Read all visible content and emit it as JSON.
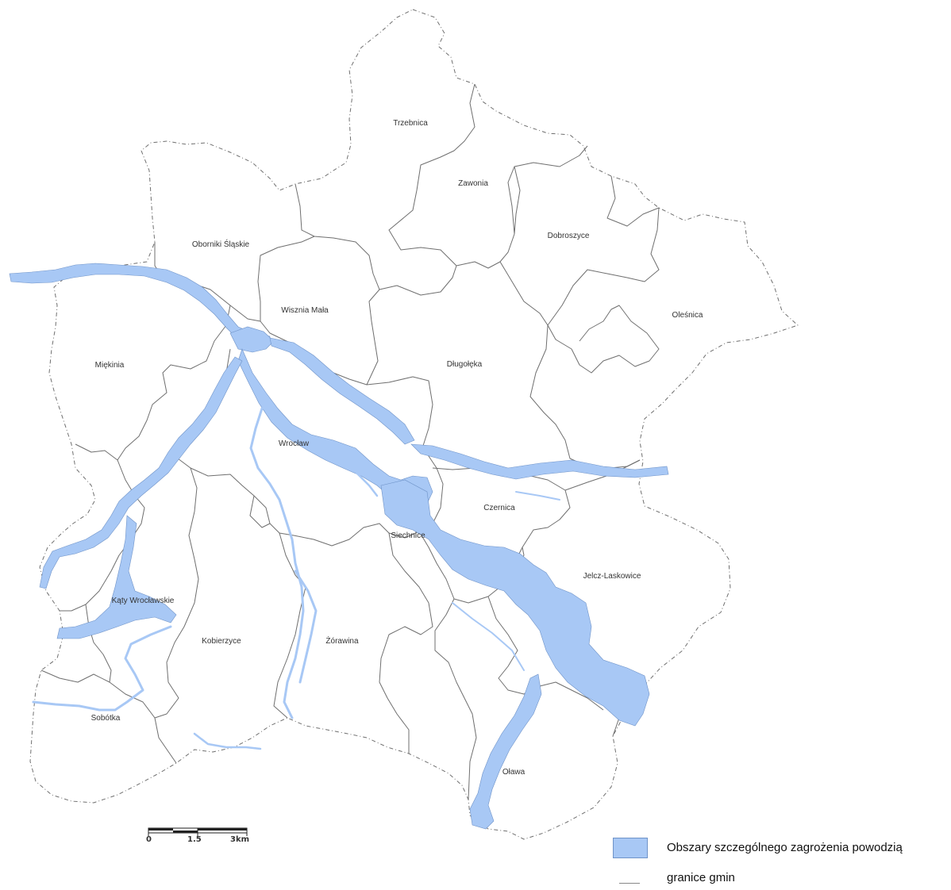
{
  "map": {
    "gminy": [
      "Trzebnica",
      "Zawonia",
      "Dobroszyce",
      "Oborniki Śląskie",
      "Wisznia Mała",
      "Oleśnica",
      "Miękinia",
      "Długołęka",
      "Wrocław",
      "Czernica",
      "Siechnice",
      "Jelcz-Laskowice",
      "Kąty Wrocławskie",
      "Kobierzyce",
      "Żórawina",
      "Sobótka",
      "Oława"
    ],
    "scale_bar": {
      "ticks": [
        "0",
        "1.5",
        "3km"
      ]
    },
    "colors": {
      "flood_fill": "#a8c8f5",
      "flood_stroke": "#6f93c8",
      "border": "#6f6f6f"
    }
  },
  "legend": {
    "items": [
      {
        "label": "Obszary szczególnego zagrożenia powodzią",
        "symbol": "filled-rectangle"
      },
      {
        "label": "granice gmin",
        "symbol": "line"
      }
    ]
  }
}
